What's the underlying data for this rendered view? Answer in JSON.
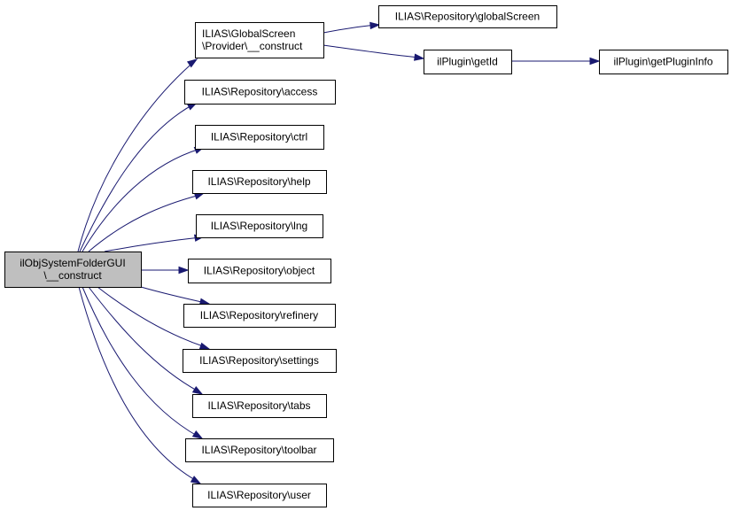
{
  "diagram": {
    "type": "call-graph",
    "colors": {
      "root_fill": "#bfbfbf",
      "node_fill": "#ffffff",
      "border": "#000000",
      "edge": "#191970"
    },
    "nodes": [
      {
        "id": "root",
        "lines": [
          "ilObjSystemFolderGUI",
          "\\__construct"
        ],
        "root": true
      },
      {
        "id": "gs_provider",
        "lines": [
          "ILIAS\\GlobalScreen",
          "\\Provider\\__construct"
        ]
      },
      {
        "id": "access",
        "lines": [
          "ILIAS\\Repository\\access"
        ]
      },
      {
        "id": "ctrl",
        "lines": [
          "ILIAS\\Repository\\ctrl"
        ]
      },
      {
        "id": "help",
        "lines": [
          "ILIAS\\Repository\\help"
        ]
      },
      {
        "id": "lng",
        "lines": [
          "ILIAS\\Repository\\lng"
        ]
      },
      {
        "id": "object",
        "lines": [
          "ILIAS\\Repository\\object"
        ]
      },
      {
        "id": "refinery",
        "lines": [
          "ILIAS\\Repository\\refinery"
        ]
      },
      {
        "id": "settings",
        "lines": [
          "ILIAS\\Repository\\settings"
        ]
      },
      {
        "id": "tabs",
        "lines": [
          "ILIAS\\Repository\\tabs"
        ]
      },
      {
        "id": "toolbar",
        "lines": [
          "ILIAS\\Repository\\toolbar"
        ]
      },
      {
        "id": "user",
        "lines": [
          "ILIAS\\Repository\\user"
        ]
      },
      {
        "id": "globalScreen",
        "lines": [
          "ILIAS\\Repository\\globalScreen"
        ]
      },
      {
        "id": "getId",
        "lines": [
          "ilPlugin\\getId"
        ]
      },
      {
        "id": "getPluginInfo",
        "lines": [
          "ilPlugin\\getPluginInfo"
        ]
      }
    ],
    "edges": [
      {
        "from": "root",
        "to": "gs_provider"
      },
      {
        "from": "root",
        "to": "access"
      },
      {
        "from": "root",
        "to": "ctrl"
      },
      {
        "from": "root",
        "to": "help"
      },
      {
        "from": "root",
        "to": "lng"
      },
      {
        "from": "root",
        "to": "object"
      },
      {
        "from": "root",
        "to": "refinery"
      },
      {
        "from": "root",
        "to": "settings"
      },
      {
        "from": "root",
        "to": "tabs"
      },
      {
        "from": "root",
        "to": "toolbar"
      },
      {
        "from": "root",
        "to": "user"
      },
      {
        "from": "gs_provider",
        "to": "globalScreen"
      },
      {
        "from": "gs_provider",
        "to": "getId"
      },
      {
        "from": "getId",
        "to": "getPluginInfo"
      }
    ]
  }
}
